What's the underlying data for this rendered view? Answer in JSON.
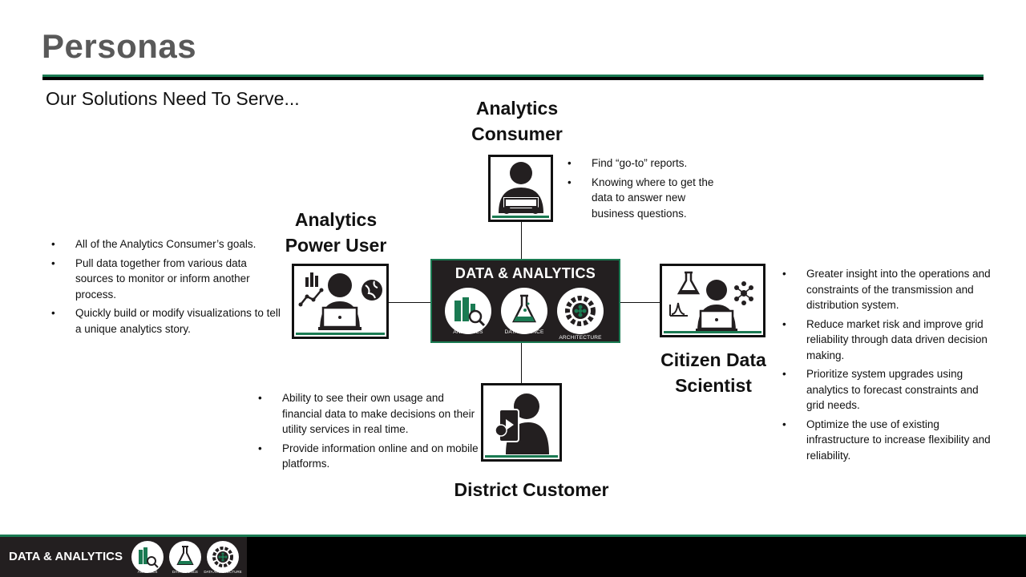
{
  "slide": {
    "title": "Personas",
    "subtitle": "Our Solutions Need To Serve..."
  },
  "center_block": {
    "title": "DATA & ANALYTICS",
    "logos": [
      {
        "label": "ANALYTICS",
        "icon": "analytics-icon"
      },
      {
        "label": "DATA SCIENCE",
        "icon": "data-science-icon"
      },
      {
        "label": "DATA ARCHITECTURE",
        "icon": "data-architecture-icon"
      }
    ]
  },
  "personas": {
    "consumer": {
      "name_line1": "Analytics",
      "name_line2": "Consumer",
      "icon": "person-reading-icon",
      "bullets": [
        "Find “go-to” reports.",
        "Knowing where to get the data to answer new business questions."
      ]
    },
    "power_user": {
      "name_line1": "Analytics",
      "name_line2": "Power User",
      "icon": "person-laptop-chart-icon",
      "bullets": [
        "All of the Analytics Consumer’s goals.",
        "Pull data together from various data sources to monitor or inform another process.",
        "Quickly build or modify visualizations to tell a unique analytics story."
      ]
    },
    "citizen_scientist": {
      "name_line1": "Citizen Data",
      "name_line2": "Scientist",
      "icon": "person-laptop-science-icon",
      "bullets": [
        "Greater insight into the operations and constraints of the transmission and distribution system.",
        "Reduce market risk and improve grid reliability through data driven decision making.",
        "Prioritize system upgrades using analytics to forecast constraints and grid needs.",
        "Optimize the use of existing infrastructure to increase flexibility and reliability."
      ]
    },
    "district_customer": {
      "name": "District Customer",
      "icon": "person-mobile-icon",
      "bullets": [
        "Ability to see their own usage and financial data to make decisions on their utility services in real time.",
        "Provide information online and on mobile platforms."
      ]
    }
  },
  "footer": {
    "brand": "DATA & ANALYTICS",
    "logos": [
      {
        "label": "ANALYTICS"
      },
      {
        "label": "DATA SCIENCE"
      },
      {
        "label": "DATA ARCHITECTURE"
      }
    ]
  },
  "colors": {
    "accent_green": "#1a7a52",
    "dark_panel": "#231f20",
    "title_gray": "#595959"
  }
}
